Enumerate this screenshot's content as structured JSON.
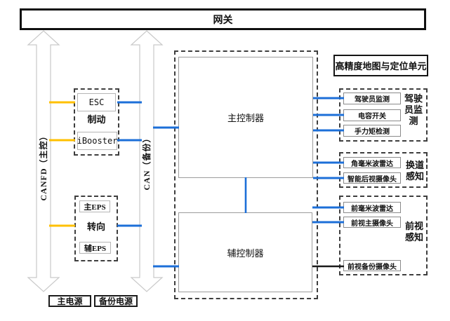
{
  "colors": {
    "orange": "#ffc000",
    "blue": "#1c6fd8",
    "black": "#1a1a1a",
    "arrow_outline": "#c9c9c9"
  },
  "gateway": "网关",
  "bus": {
    "primary": "CANFD（主控）",
    "backup": "CAN（备份）"
  },
  "controllers": {
    "main": "主控制器",
    "aux": "辅控制器"
  },
  "actuators": {
    "brake": {
      "top": "ESC",
      "label": "制动",
      "bottom": "iBooster"
    },
    "steering": {
      "top": "主EPS",
      "label": "转向",
      "bottom": "辅EPS"
    }
  },
  "map_unit": "高精度地图与定位单元",
  "power": {
    "main": "主电源",
    "backup": "备份电源"
  },
  "sensor_groups": [
    {
      "label": "驾驶员监测",
      "items": [
        "驾驶员监测",
        "电容开关",
        "手力矩检测"
      ]
    },
    {
      "label": "换道感知",
      "items": [
        "角毫米波雷达",
        "智能后视摄像头"
      ]
    },
    {
      "label": "前视感知",
      "items": [
        "前毫米波雷达",
        "前视主摄像头",
        "前视备份摄像头"
      ]
    }
  ]
}
